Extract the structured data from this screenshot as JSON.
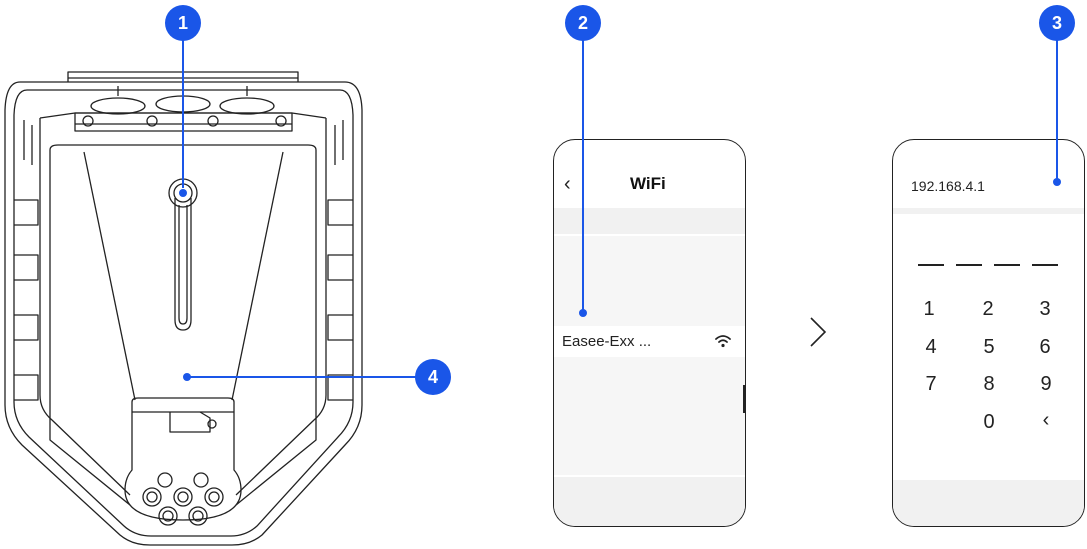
{
  "callouts": [
    "1",
    "2",
    "3",
    "4"
  ],
  "phone_wifi": {
    "back_glyph": "‹",
    "title": "WiFi",
    "network_name": "Easee-Exx ..."
  },
  "phone_pin": {
    "ip_address": "192.168.4.1",
    "keys": [
      "1",
      "2",
      "3",
      "4",
      "5",
      "6",
      "7",
      "8",
      "9",
      "0",
      "‹"
    ]
  },
  "colors": {
    "accent": "#1a56e8",
    "line": "#222222",
    "band": "#f1f1f1"
  },
  "icons": [
    "chevron-left-icon",
    "wifi-icon",
    "chevron-right-icon",
    "backspace-icon"
  ]
}
